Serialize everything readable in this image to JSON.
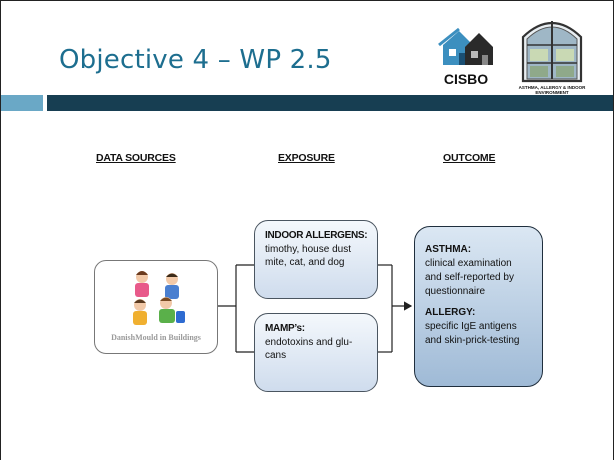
{
  "slide": {
    "title": "Objective 4 – WP 2.5"
  },
  "logos": {
    "cisbo_text": "CISBO",
    "window_text": "ASTHMA, ALLERGY & INDOOR ENVIRONMENT"
  },
  "columns": {
    "data_sources": "DATA SOURCES",
    "exposure": "EXPOSURE",
    "outcome": "OUTCOME"
  },
  "source": {
    "label": "DanishMould in Buildings"
  },
  "exposure": {
    "allergens": {
      "heading": "INDOOR ALLERGENS:",
      "lines": [
        "timothy, house dust",
        "mite, cat, and dog"
      ]
    },
    "mamps": {
      "heading": "MAMP’s:",
      "lines": [
        "endotoxins and glu-",
        "cans"
      ]
    }
  },
  "outcome": {
    "asthma": {
      "heading": "ASTHMA:",
      "lines": [
        "clinical examination",
        "and self-reported by",
        "questionnaire"
      ]
    },
    "allergy": {
      "heading": "ALLERGY:",
      "lines": [
        "specific IgE antigens",
        "and skin-prick-testing"
      ]
    }
  },
  "colors": {
    "title": "#1d6e8f",
    "band_light": "#6aa8c6",
    "band_dark": "#173e52"
  }
}
